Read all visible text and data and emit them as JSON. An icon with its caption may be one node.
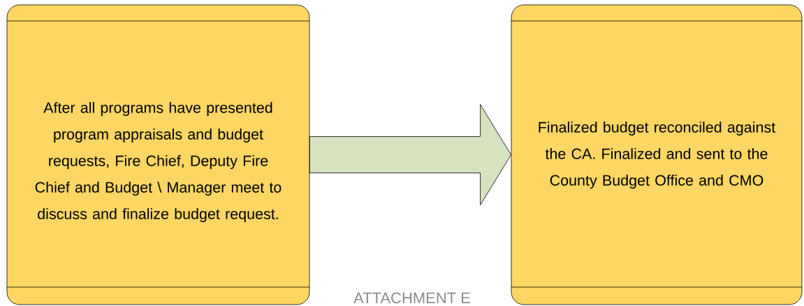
{
  "diagram": {
    "nodes": [
      {
        "text": [
          "After all programs have presented program appraisals and budget requests, Fire Chief, Deputy Fire Chief and Budget \\ Manager meet to discuss and finalize budget request."
        ]
      },
      {
        "text": [
          "Finalized budget reconciled against the CA. Finalized and sent to the County Budget Office and CMO"
        ]
      }
    ],
    "edges": [
      {
        "from": 0,
        "to": 1,
        "arrow": "to"
      }
    ],
    "labels": [
      "ATTACHMENT E"
    ]
  }
}
